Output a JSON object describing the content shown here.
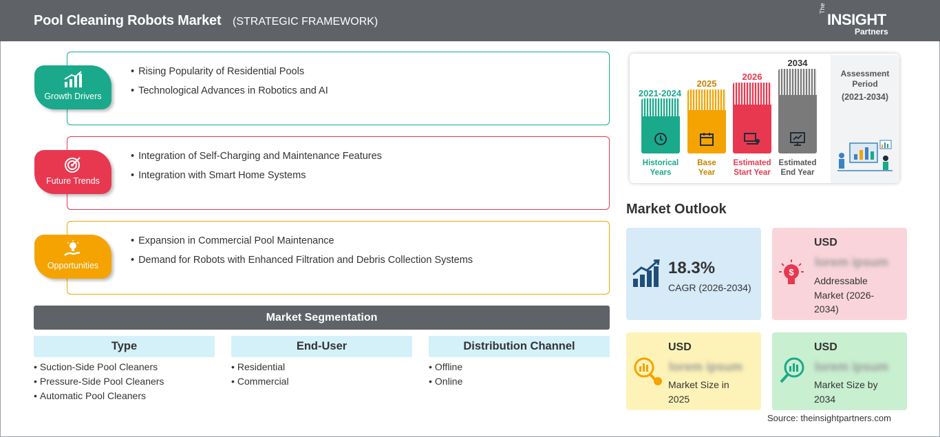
{
  "header": {
    "title": "Pool Cleaning Robots Market",
    "subtitle": "(STRATEGIC FRAMEWORK)",
    "logo": {
      "the": "The",
      "insight": "INSIGHT",
      "partners": "Partners"
    }
  },
  "drivers": [
    {
      "label": "Growth Drivers",
      "color": "#1aa98a",
      "icon": "bar-chart-up-icon",
      "items": [
        "Rising Popularity of Residential Pools",
        "Technological Advances in Robotics and AI"
      ]
    },
    {
      "label": "Future Trends",
      "color": "#e8384f",
      "icon": "target-icon",
      "items": [
        "Integration of Self-Charging and Maintenance Features",
        "Integration with Smart Home Systems"
      ]
    },
    {
      "label": "Opportunities",
      "color": "#f5a300",
      "icon": "lightbulb-hand-icon",
      "items": [
        "Expansion in Commercial Pool Maintenance",
        "Demand for Robots with Enhanced Filtration and Debris Collection Systems"
      ]
    }
  ],
  "segmentation": {
    "title": "Market Segmentation",
    "columns": [
      {
        "header": "Type",
        "items": [
          "Suction-Side Pool Cleaners",
          "Pressure-Side Pool Cleaners",
          "Automatic Pool Cleaners"
        ]
      },
      {
        "header": "End-User",
        "items": [
          "Residential",
          "Commercial"
        ]
      },
      {
        "header": "Distribution Channel",
        "items": [
          "Offline",
          "Online"
        ]
      }
    ]
  },
  "timeline": {
    "bars": [
      {
        "year": "2021-2024",
        "label_1": "Historical",
        "label_2": "Years",
        "color": "#1aa98a",
        "icon": "history-icon"
      },
      {
        "year": "2025",
        "label_1": "Base",
        "label_2": "Year",
        "color": "#f5a300",
        "icon": "calendar-icon"
      },
      {
        "year": "2026",
        "label_1": "Estimated",
        "label_2": "Start Year",
        "color": "#e8384f",
        "icon": "presentation-icon"
      },
      {
        "year": "2034",
        "label_1": "Estimated",
        "label_2": "End Year",
        "color": "#7a7a7a",
        "icon": "monitor-chart-icon"
      }
    ],
    "assessment": {
      "line_1": "Assessment",
      "line_2": "Period",
      "range": "(2021-2034)"
    }
  },
  "outlook": {
    "title": "Market Outlook",
    "cagr": {
      "value": "18.3%",
      "label": "CAGR (2026-2034)",
      "color": "#d6eaf8"
    },
    "addressable": {
      "currency": "USD",
      "value": "lorem ipsum",
      "label": "Addressable Market (2026-2034)",
      "color": "#f9d5db"
    },
    "size_2025": {
      "currency": "USD",
      "value": "lorem ipsum",
      "label": "Market Size in 2025",
      "color": "#fdf3b8"
    },
    "size_2034": {
      "currency": "USD",
      "value": "lorem ipsum",
      "label": "Market Size by 2034",
      "color": "#c8efd0"
    }
  },
  "source": "Source: theinsightpartners.com"
}
